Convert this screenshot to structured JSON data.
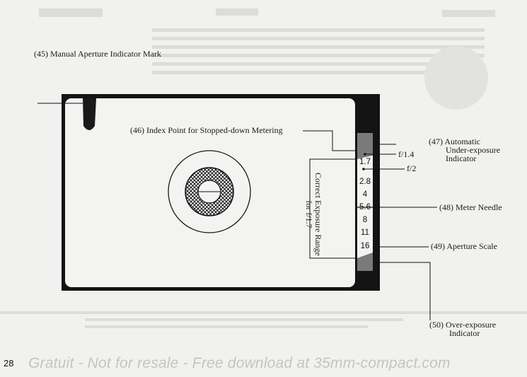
{
  "labels": {
    "manual_aperture_indicator": "(45) Manual Aperture Indicator Mark",
    "index_point": "(46) Index Point for Stopped-down Metering",
    "auto_underexposure_1": "(47) Automatic",
    "auto_underexposure_2": "Under-exposure",
    "auto_underexposure_3": "Indicator",
    "meter_needle": "(48) Meter Needle",
    "aperture_scale": "(49) Aperture Scale",
    "overexposure_1": "(50) Over-exposure",
    "overexposure_2": "Indicator",
    "f14": "f/1.4",
    "f2": "f/2",
    "correct_range_1": "Correct Exposure Range",
    "correct_range_2": "for f/1.7"
  },
  "aperture_scale": [
    "1.7",
    "2.8",
    "4",
    "5.6",
    "8",
    "11",
    "16"
  ],
  "page_number": "28",
  "watermark": "Gratuit - Not for resale - Free download at 35mm-compact.com"
}
